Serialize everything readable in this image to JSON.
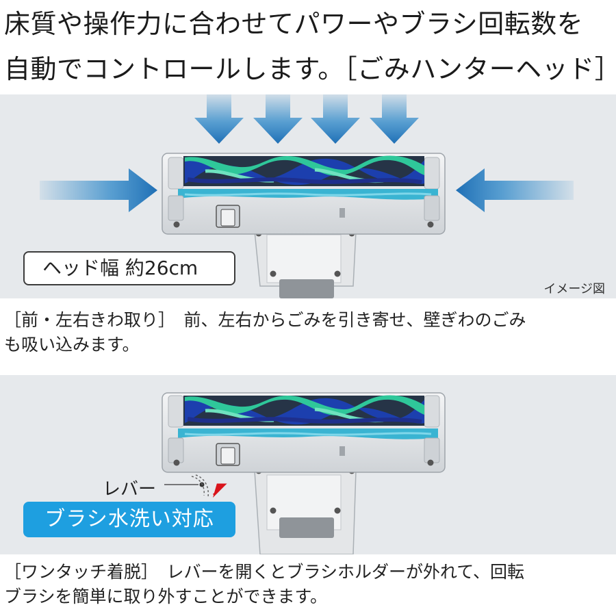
{
  "headline": {
    "line1": "床質や操作力に合わせてパワーやブラシ回転数を",
    "line2": "自動でコントロールします。［ごみハンターヘッド］"
  },
  "panel1": {
    "size_label": "ヘッド幅 約26cm",
    "image_note": "イメージ図"
  },
  "caption1": {
    "line1": "［前・左右きわ取り］　前、左右からごみを引き寄せ、壁ぎわのごみ",
    "line2": "も吸い込みます。"
  },
  "panel2": {
    "lever_label": "レバー",
    "badge": "ブラシ水洗い対応"
  },
  "caption2": {
    "line1": "［ワンタッチ着脱］　レバーを開くとブラシホルダーが外れて、回転",
    "line2": "ブラシを簡単に取り外すことができます。"
  },
  "colors": {
    "panel_bg": "#e6e9ec",
    "badge_blue": "#1e9fe0",
    "arrow_blue": "#2a86c8",
    "brush_green": "#2fc79a",
    "brush_blue": "#1c3fae",
    "brush_cyan": "#3ab4d2",
    "lever_arrow": "#d9141b"
  }
}
